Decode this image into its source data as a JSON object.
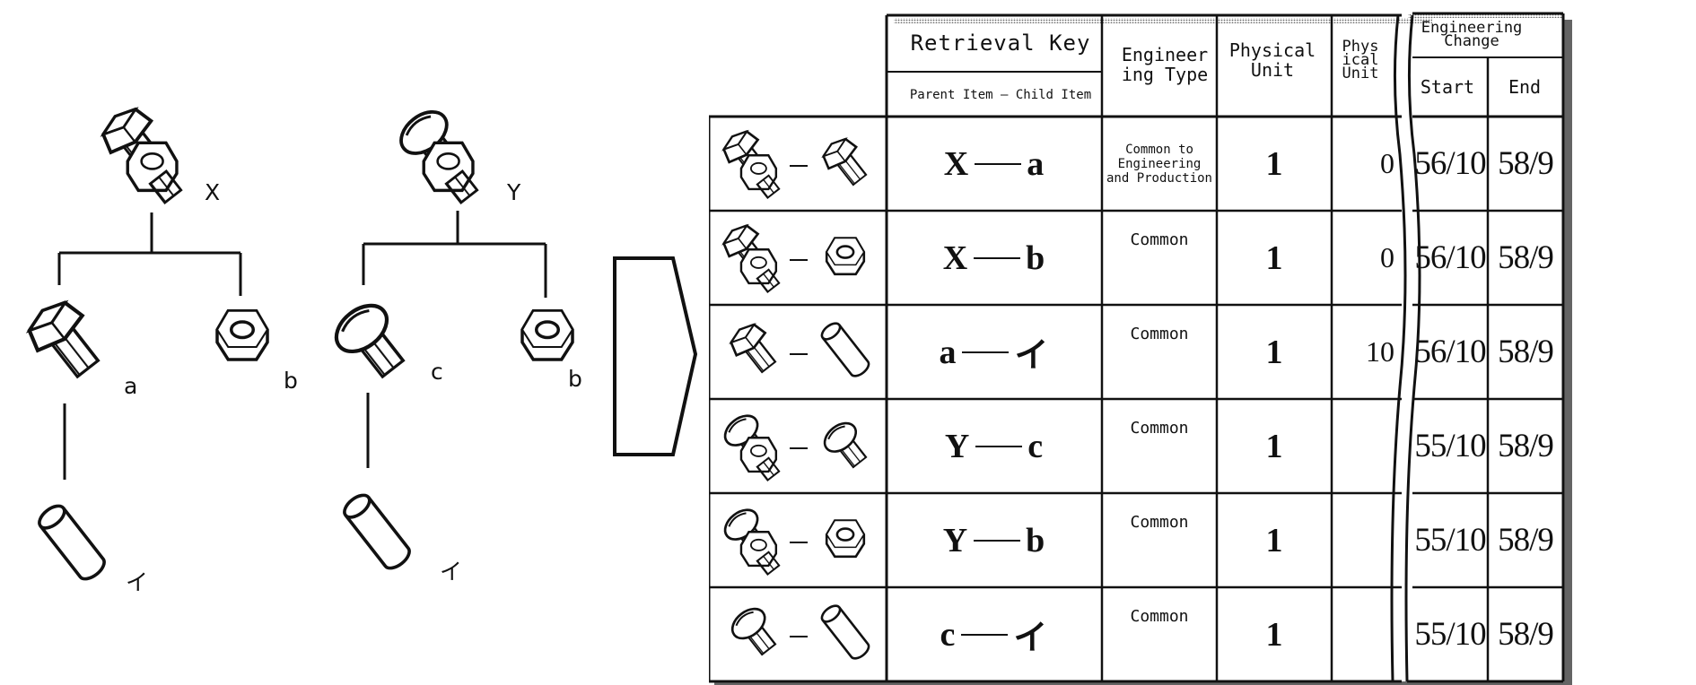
{
  "trees": {
    "left": {
      "root": "X",
      "child_bolt": "a",
      "child_nut": "b",
      "grandchild": "イ"
    },
    "right": {
      "root": "Y",
      "child_bolt": "c",
      "child_nut": "b",
      "grandchild": "イ"
    }
  },
  "table": {
    "headers": {
      "retrieval_key": "Retrieval Key",
      "retrieval_sub": "Parent Item — Child Item",
      "engineering_type": "Engineer ing Type",
      "physical_unit": "Physical Unit",
      "phys_unit_cut": "Phys ical Unit",
      "engineering_change": "Engineering Change",
      "start": "Start",
      "end": "End"
    },
    "rows": [
      {
        "icons": [
          "assembly-hex",
          "hex-bolt"
        ],
        "parent": "X",
        "child": "a",
        "type": "Common to Engineering and Production",
        "unit": "1",
        "phys": "0",
        "start": "56/10",
        "end": "58/9"
      },
      {
        "icons": [
          "assembly-hex",
          "hex-nut"
        ],
        "parent": "X",
        "child": "b",
        "type": "Common",
        "unit": "1",
        "phys": "0",
        "start": "56/10",
        "end": "58/9"
      },
      {
        "icons": [
          "hex-bolt",
          "cylinder-pin"
        ],
        "parent": "a",
        "child": "イ",
        "type": "Common",
        "unit": "1",
        "phys": "10",
        "start": "56/10",
        "end": "58/9"
      },
      {
        "icons": [
          "assembly-round",
          "round-bolt"
        ],
        "parent": "Y",
        "child": "c",
        "type": "Common",
        "unit": "1",
        "phys": "",
        "start": "55/10",
        "end": "58/9"
      },
      {
        "icons": [
          "assembly-round",
          "hex-nut"
        ],
        "parent": "Y",
        "child": "b",
        "type": "Common",
        "unit": "1",
        "phys": "",
        "start": "55/10",
        "end": "58/9"
      },
      {
        "icons": [
          "round-bolt",
          "cylinder-pin"
        ],
        "parent": "c",
        "child": "イ",
        "type": "Common",
        "unit": "1",
        "phys": "",
        "start": "55/10",
        "end": "58/9"
      }
    ]
  }
}
